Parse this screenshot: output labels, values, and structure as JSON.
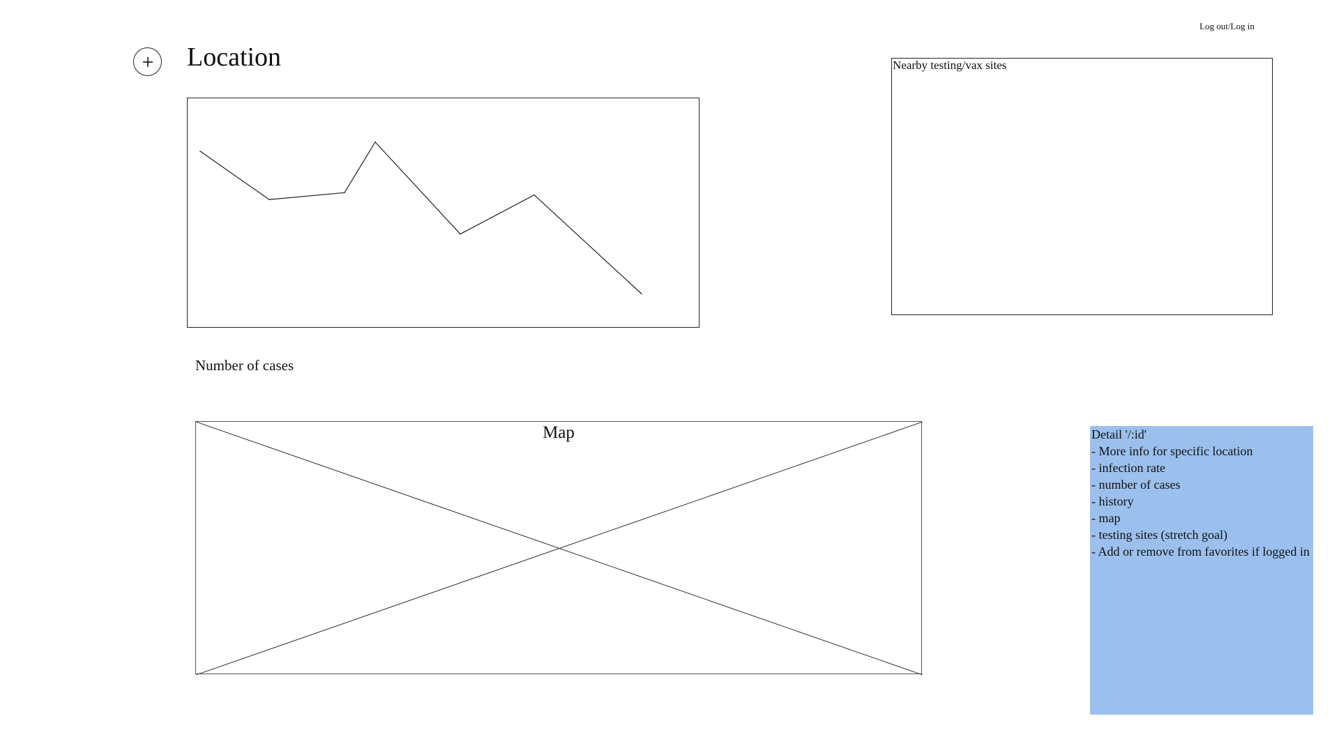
{
  "header": {
    "auth_link": "Log out/Log in",
    "title": "Location",
    "add_icon": "plus-icon"
  },
  "chart": {
    "caption": "Number of cases"
  },
  "chart_data": {
    "type": "line",
    "title": "",
    "xlabel": "",
    "ylabel": "",
    "grid": false,
    "x": [
      0,
      1,
      2,
      3,
      4,
      5,
      6
    ],
    "y": [
      7.7,
      5.6,
      5.9,
      8.1,
      4.1,
      5.8,
      1.5
    ],
    "ylim": [
      0,
      10
    ]
  },
  "sites": {
    "title": "Nearby testing/vax sites"
  },
  "map": {
    "label": "Map"
  },
  "note": {
    "lines": [
      "Detail '/:id'",
      "- More info for specific location",
      "- infection rate",
      "- number of cases",
      "- history",
      "- map",
      "- testing sites (stretch goal)",
      "- Add or remove from favorites if logged in"
    ],
    "background": "#9cc0ee"
  }
}
